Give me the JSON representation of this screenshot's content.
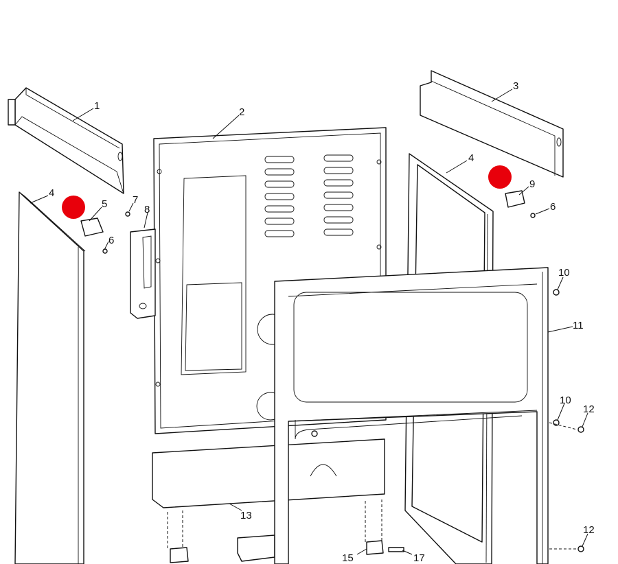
{
  "diagram": {
    "callouts": {
      "c1": "1",
      "c2": "2",
      "c3": "3",
      "c4a": "4",
      "c4b": "4",
      "c5": "5",
      "c6a": "6",
      "c6b": "6",
      "c7": "7",
      "c8": "8",
      "c9": "9",
      "c10a": "10",
      "c10b": "10",
      "c11": "11",
      "c12a": "12",
      "c12b": "12",
      "c13": "13",
      "c15": "15",
      "c17": "17"
    },
    "marker_color": "#e8000b",
    "markers": [
      "marker-left",
      "marker-right"
    ]
  }
}
